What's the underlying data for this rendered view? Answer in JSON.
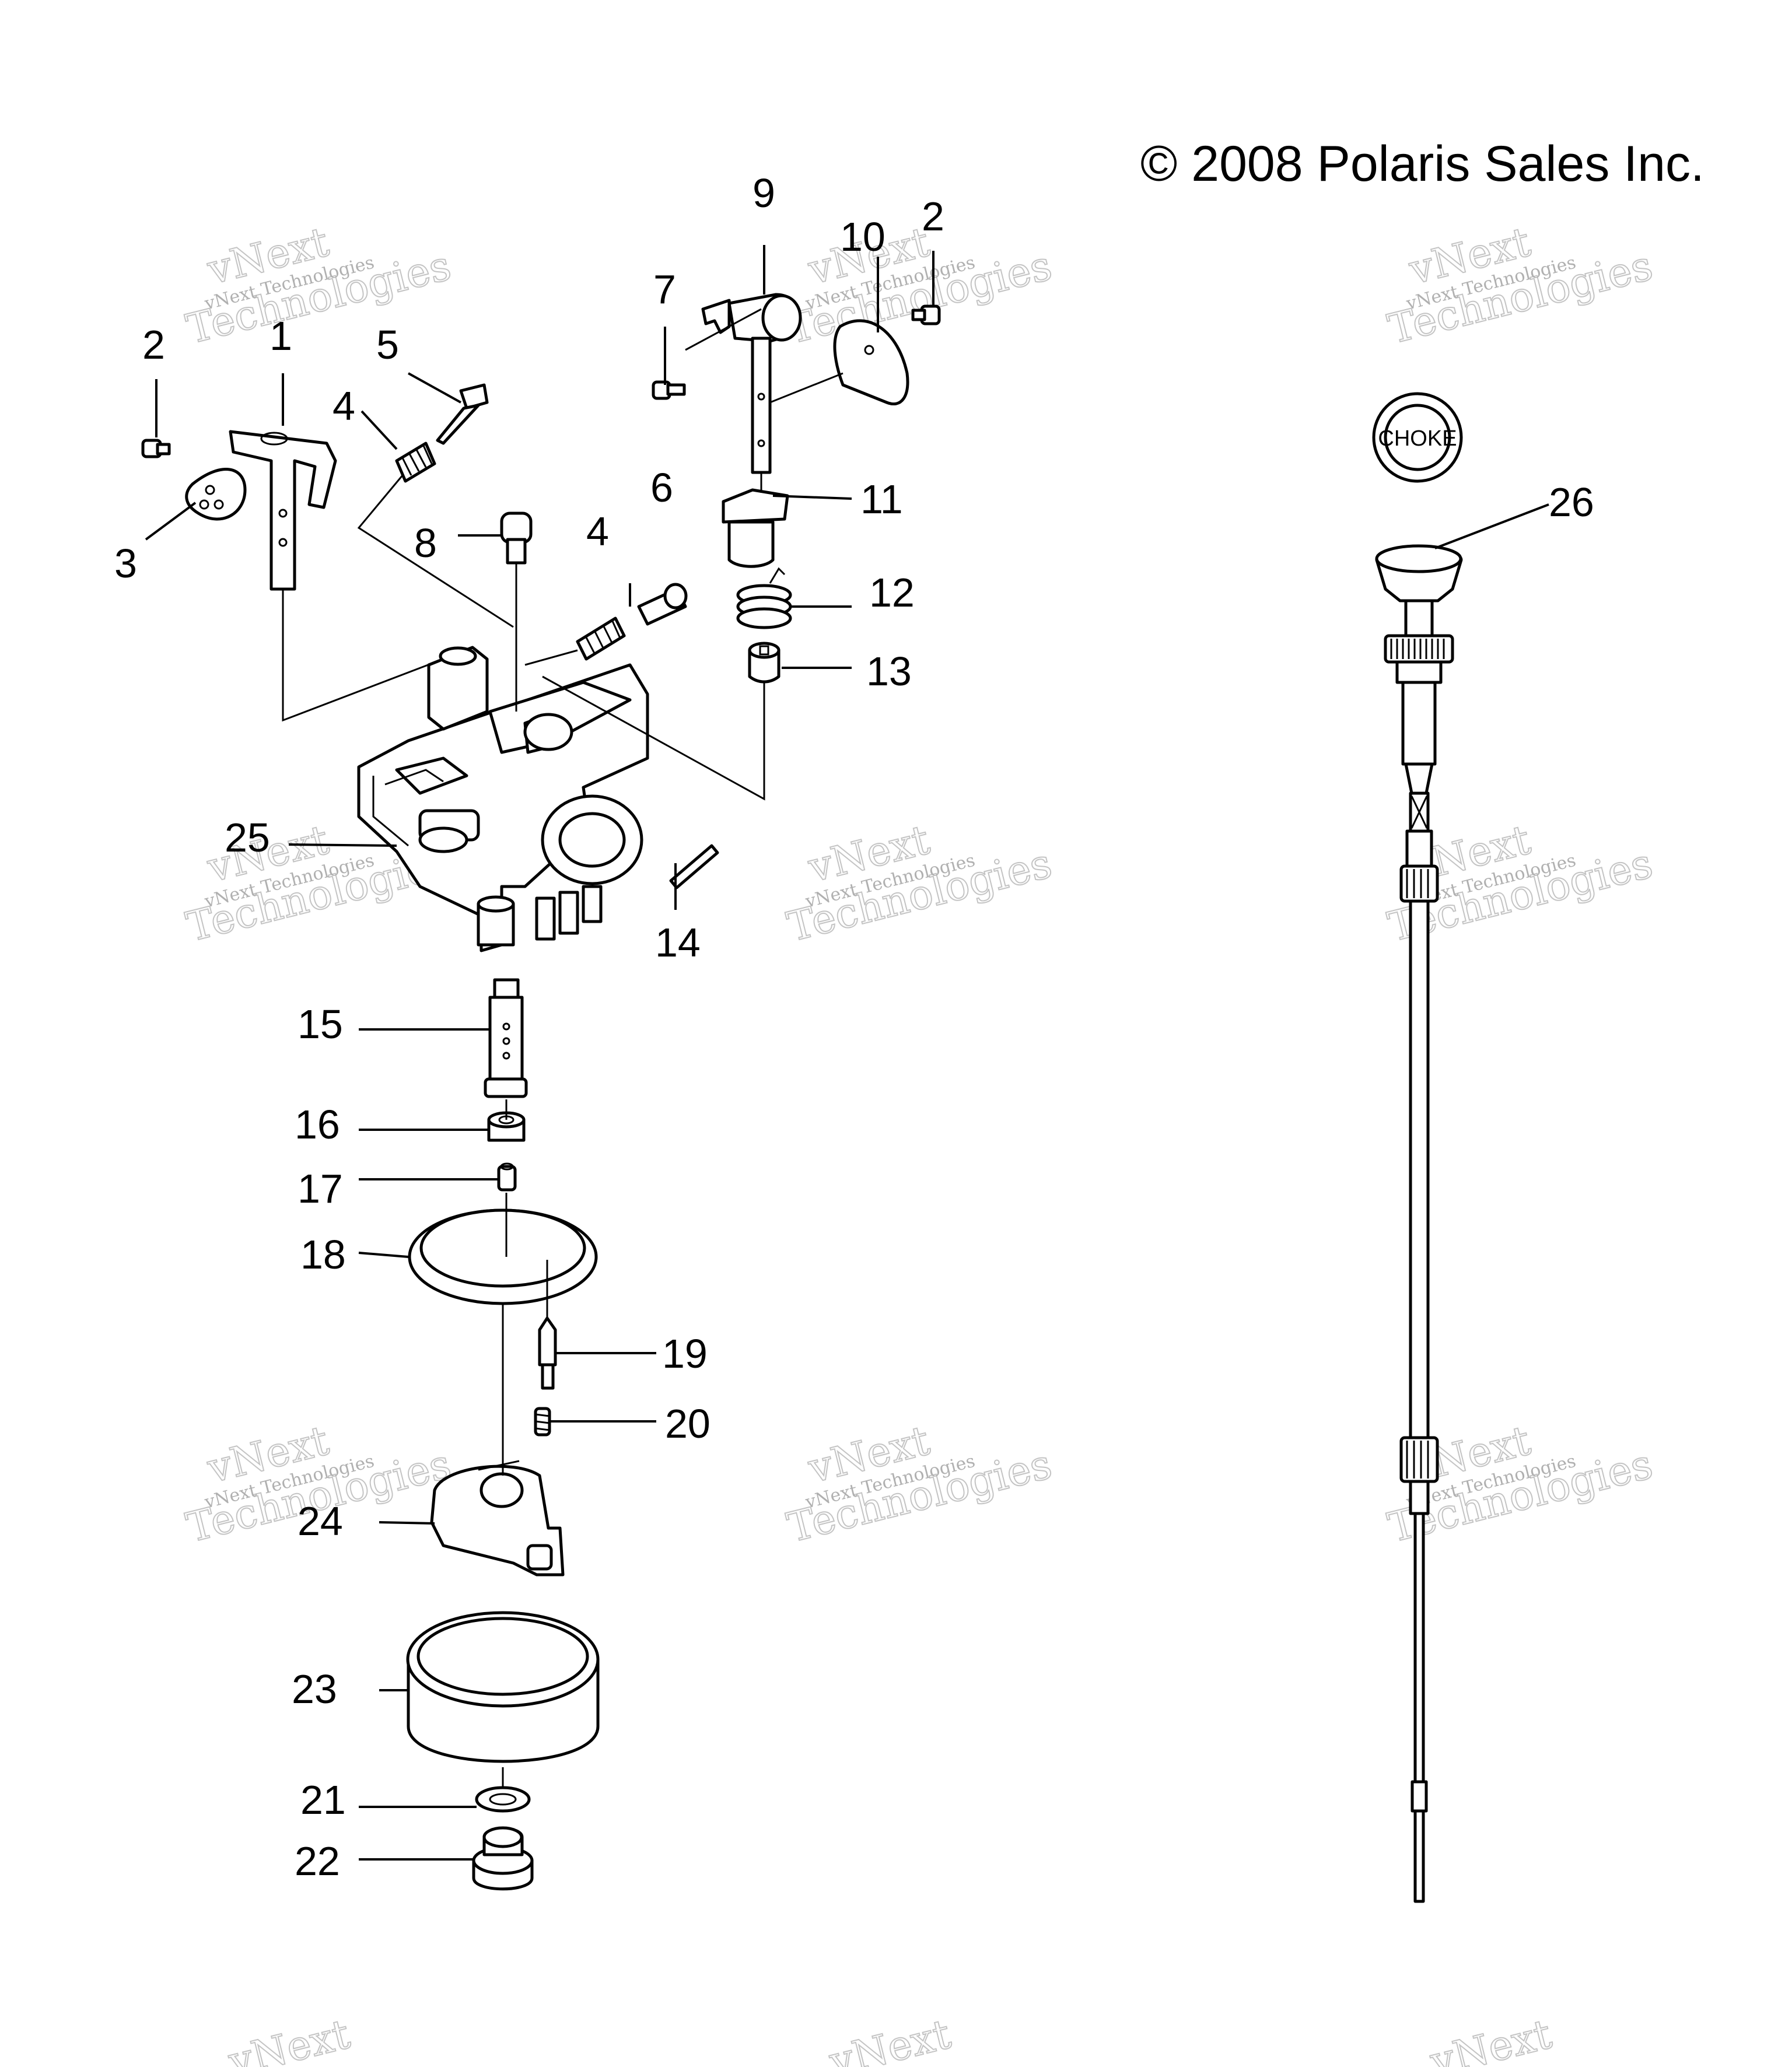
{
  "copyright": "© 2008 Polaris Sales Inc.",
  "choke_badge_text": "CHOKE",
  "watermark": {
    "brand": "vNext",
    "brand_line2": "Technologies",
    "small_text": "vNext Technologies"
  },
  "callouts": [
    "1",
    "2",
    "2",
    "3",
    "4",
    "4",
    "5",
    "6",
    "7",
    "8",
    "9",
    "10",
    "11",
    "12",
    "13",
    "14",
    "15",
    "16",
    "17",
    "18",
    "19",
    "20",
    "21",
    "22",
    "23",
    "24",
    "25",
    "26"
  ]
}
